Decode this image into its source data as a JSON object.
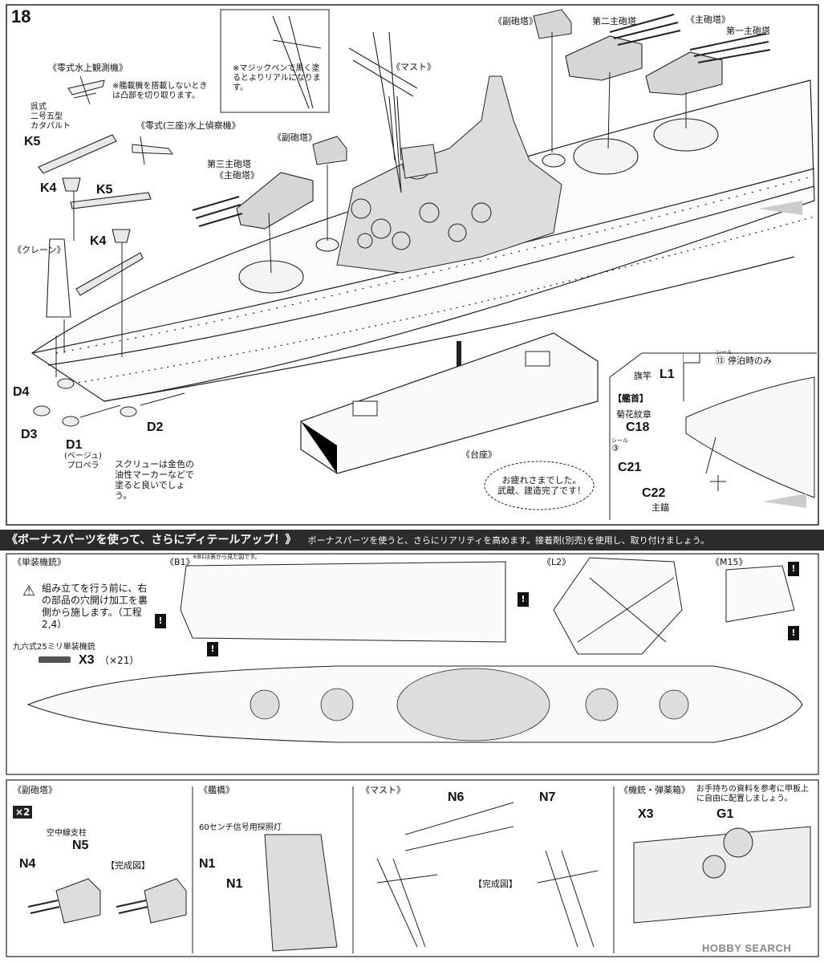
{
  "step_number": "18",
  "top": {
    "callout_magic_pen": "※マジックペンで黒く塗るとよりリアルになります。",
    "mast_label": "《マスト》",
    "secondary_turret_label_1": "《副砲塔》",
    "secondary_turret_label_2": "《副砲塔》",
    "turret2_label": "第二主砲塔",
    "main_turret_label": "《主砲塔》",
    "turret1_label": "第一主砲塔",
    "turret3_label": "第三主砲塔",
    "turret3_sub": "《主砲塔》",
    "seaplane_label": "《零式水上観測機》",
    "seaplane_note": "※艦載機を搭載しないときは凸部を切り取ります。",
    "catapult_label": "呉式\n二号五型\nカタパルト",
    "recon_plane_label": "《零式(三座)水上偵察機》",
    "crane_label": "《クレーン》",
    "part_K5a": "K5",
    "part_K4a": "K4",
    "part_K5b": "K5",
    "part_K4b": "K4",
    "part_D4": "D4",
    "part_D3": "D3",
    "part_D1": "D1",
    "part_D1_note": "(ベージュ)\nプロペラ",
    "part_D2": "D2",
    "screw_note": "スクリューは金色の油性マーカーなどで塗ると良いでしょう。",
    "stand_label": "《台座》",
    "bow_label": "【艦首】",
    "flagpole_label": "旗竿",
    "part_L1": "L1",
    "seal_13": "⑬",
    "seal_word": "シール",
    "anchored_only": "停泊時のみ",
    "chrysanthemum": "菊花紋章",
    "part_C18": "C18",
    "seal_3": "③",
    "part_C21": "C21",
    "part_C22": "C22",
    "main_anchor": "主錨",
    "finished_msg": "お疲れさまでした。\n武蔵、建造完了です！"
  },
  "banner": {
    "title": "《ボーナスパーツを使って、さらにディテールアップ！》",
    "desc": "ボーナスパーツを使うと、さらにリアリティを高めます。接着剤(別売)を使用し、取り付けましょう。"
  },
  "bonus": {
    "single_gun_label": "《単装機銃》",
    "warning_text": "組み立てを行う前に、右の部品の穴開け加工を裏側から施します。（工程 2,4）",
    "gun_type": "九六式25ミリ単装機銃",
    "part_X3": "X3",
    "x3_qty": "（×21）",
    "B1_label": "《B1》",
    "B1_note": "※B1は表から見た図です。",
    "L2_label": "《L2》",
    "M15_label": "《M15》"
  },
  "bottom": {
    "sec_turret_label": "《副砲塔》",
    "times2": "×2",
    "aerial_post": "空中線支柱",
    "part_N5": "N5",
    "part_N4": "N4",
    "completed_1": "【完成図】",
    "bridge_label": "《艦橋》",
    "searchlight": "60センチ信号用探照灯",
    "part_N1a": "N1",
    "part_N1b": "N1",
    "mast_label": "《マスト》",
    "part_N6": "N6",
    "part_N7": "N7",
    "completed_2": "【完成図】",
    "mg_ammo_label": "《機銃・弾薬箱》",
    "mg_ammo_note": "お手持ちの資料を参考に甲板上に自由に配置しましょう。",
    "part_X3": "X3",
    "part_G1": "G1",
    "watermark": "HOBBY SEARCH"
  }
}
